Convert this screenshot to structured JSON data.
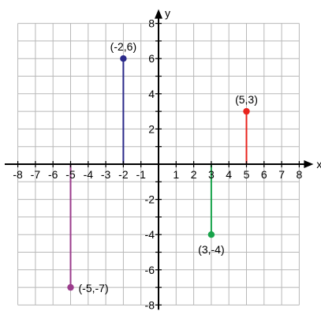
{
  "chart_data": {
    "type": "scatter",
    "title": "",
    "xlabel": "x",
    "ylabel": "y",
    "xlim": [
      -8,
      8
    ],
    "ylim": [
      -8,
      8
    ],
    "grid": true,
    "x_ticks": [
      -8,
      -7,
      -6,
      -5,
      -4,
      -3,
      -2,
      -1,
      1,
      2,
      3,
      4,
      5,
      6,
      7,
      8
    ],
    "y_ticks": [
      -8,
      -6,
      -4,
      -2,
      2,
      4,
      6,
      8
    ],
    "x_tick_labels": [
      "-8",
      "-7",
      "-6",
      "-5",
      "-4",
      "-3",
      "-2",
      "-1",
      "1",
      "2",
      "3",
      "4",
      "5",
      "6",
      "7",
      "8"
    ],
    "y_tick_labels": [
      "-8",
      "-6",
      "-4",
      "-2",
      "2",
      "4",
      "6",
      "8"
    ],
    "points": [
      {
        "x": -2,
        "y": 6,
        "label": "(-2,6)",
        "color": "#2b2a8a"
      },
      {
        "x": 5,
        "y": 3,
        "label": "(5,3)",
        "color": "#e8231d"
      },
      {
        "x": 3,
        "y": -4,
        "label": "(3,-4)",
        "color": "#17a34a"
      },
      {
        "x": -5,
        "y": -7,
        "label": "(-5,-7)",
        "color": "#9b3c8c"
      }
    ]
  }
}
